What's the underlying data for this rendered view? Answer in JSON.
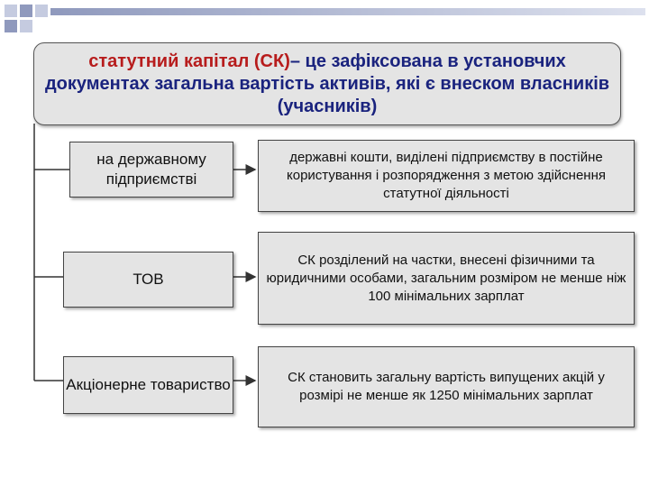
{
  "header": {
    "subject": "статутний капітал (СК)",
    "definition": "– це зафіксована в установчих документах загальна вартість активів, які є внеском власників (учасників)"
  },
  "rows": [
    {
      "entity": "на державному підприємстві",
      "description": "державні кошти, виділені підприємству в постійне користування і розпорядження з метою здійснення статутної діяльності"
    },
    {
      "entity": "ТОВ",
      "description": "СК розділений на частки, внесені фізичними та юридичними особами, загальним розміром не менше ніж 100 мінімальних зарплат"
    },
    {
      "entity": "Акціонерне товариство",
      "description": "СК становить загальну вартість випущених акцій у розмірі не менше як 1250 мінімальних зарплат"
    }
  ],
  "colors": {
    "header_text": "#1a237e",
    "header_highlight": "#b71c1c",
    "box_fill": "#e4e4e4",
    "deco_square": "#c5cbe0",
    "deco_square_dark": "#8f99bd"
  }
}
